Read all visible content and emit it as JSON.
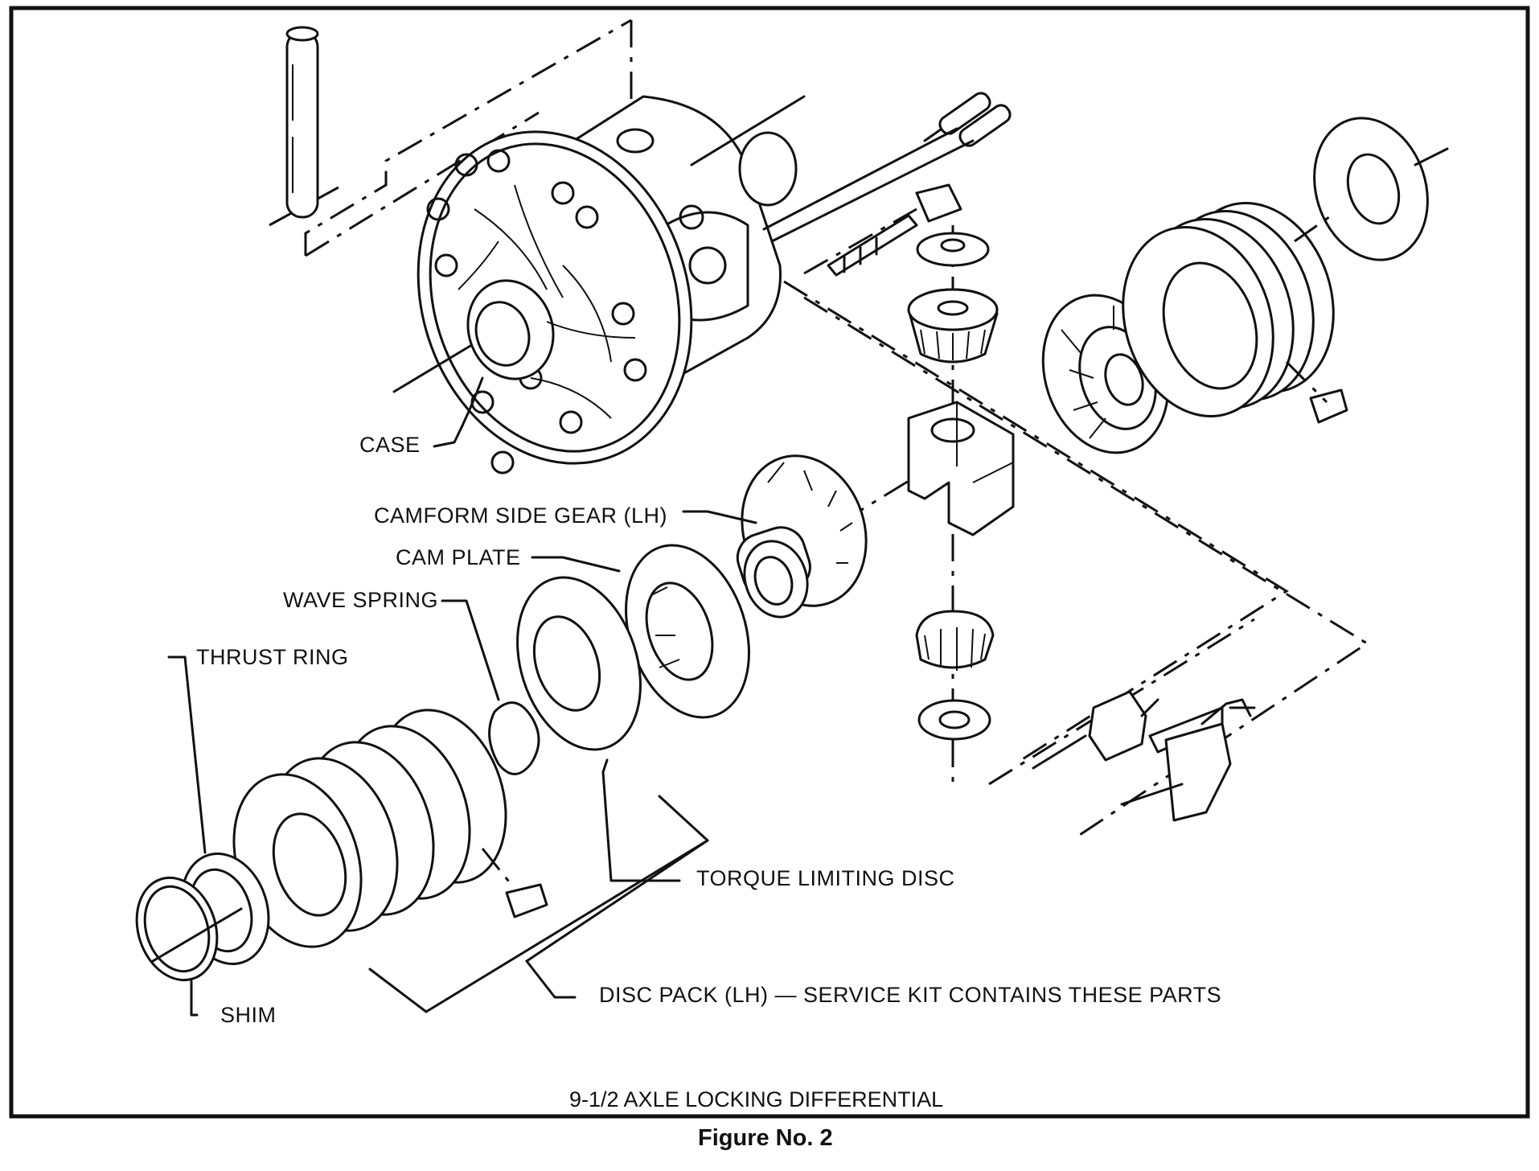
{
  "labels": {
    "case": "CASE",
    "camform_side_gear": "CAMFORM SIDE GEAR (LH)",
    "cam_plate": "CAM PLATE",
    "wave_spring": "WAVE SPRING",
    "thrust_ring": "THRUST RING",
    "torque_limiting_disc": "TORQUE LIMITING DISC",
    "disc_pack": "DISC PACK (LH) — SERVICE KIT CONTAINS THESE PARTS",
    "shim": "SHIM"
  },
  "caption": "9-1/2 AXLE LOCKING DIFFERENTIAL",
  "figure_number": "Figure No. 2"
}
